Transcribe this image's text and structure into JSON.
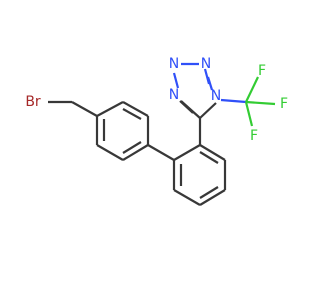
{
  "molecule": {
    "atoms": {
      "bromine": "Br",
      "nitrogen": "N",
      "fluorine": "F"
    },
    "colors": {
      "bond": "#383838",
      "nitrogen": "#3050f8",
      "fluorine": "#33cc33",
      "bromine": "#a62929"
    }
  }
}
